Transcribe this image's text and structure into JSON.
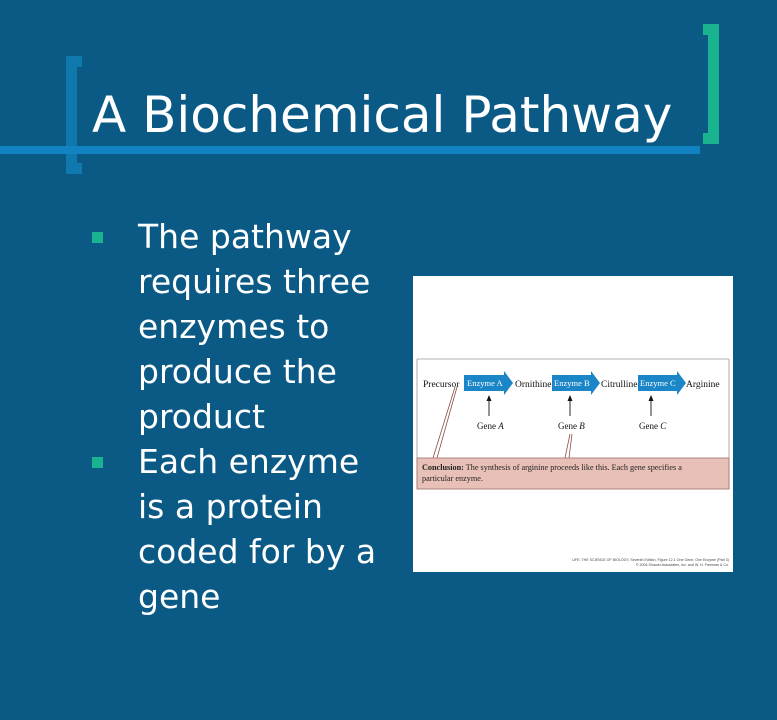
{
  "slide": {
    "title": "A Biochemical Pathway",
    "bullets": [
      {
        "text": "The pathway requires three enzymes to produce the product"
      },
      {
        "text": "Each enzyme is a protein coded for by a gene"
      }
    ]
  },
  "figure": {
    "pathway": {
      "precursor": "Precursor",
      "enzyme_a": "Enzyme A",
      "ornithine": "Ornithine",
      "enzyme_b": "Enzyme B",
      "citrulline": "Citrulline",
      "enzyme_c": "Enzyme C",
      "arginine": "Arginine",
      "gene_prefix": "Gene",
      "gene_a": "A",
      "gene_b": "B",
      "gene_c": "C"
    },
    "conclusion": {
      "label": "Conclusion:",
      "text_line1": "The synthesis of arginine proceeds like this. Each gene specifies a",
      "text_line2": "particular enzyme."
    },
    "credit": {
      "line1": "LIFE: THE SCIENCE OF BIOLOGY, Seventh Edition, Figure 12.1 One Gene, One Enzyme (Part 3)",
      "line2": "© 2004 Sinauer Associates, Inc. and W. H. Freeman & Co."
    }
  },
  "colors": {
    "background": "#0b5a86",
    "bracket_left": "#0f79ad",
    "bracket_right": "#19b38f",
    "bullet": "#19b38f",
    "enzyme_arrow": "#1b86c7",
    "conclusion_bg": "#e8c0b7"
  }
}
